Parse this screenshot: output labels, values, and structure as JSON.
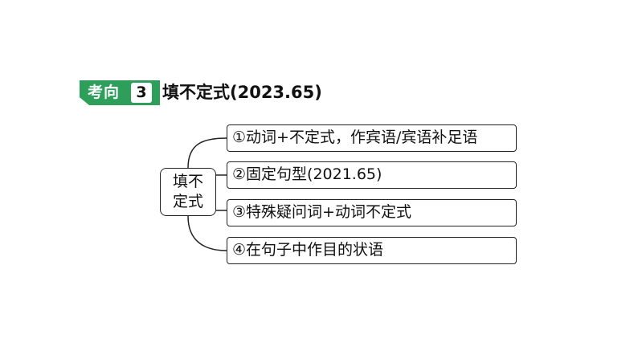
{
  "header": {
    "tag_label": "考向",
    "tag_number": "3",
    "title": "填不定式(2023.65)"
  },
  "diagram": {
    "root_lines": [
      "填不",
      "定式"
    ],
    "branches": [
      "①动词+不定式，作宾语/宾语补足语",
      "②固定句型(2021.65)",
      "③特殊疑问词+动词不定式",
      "④在句子中作目的状语"
    ]
  },
  "colors": {
    "tag_green": "#2e9e5b",
    "border": "#222222",
    "text": "#111111"
  }
}
